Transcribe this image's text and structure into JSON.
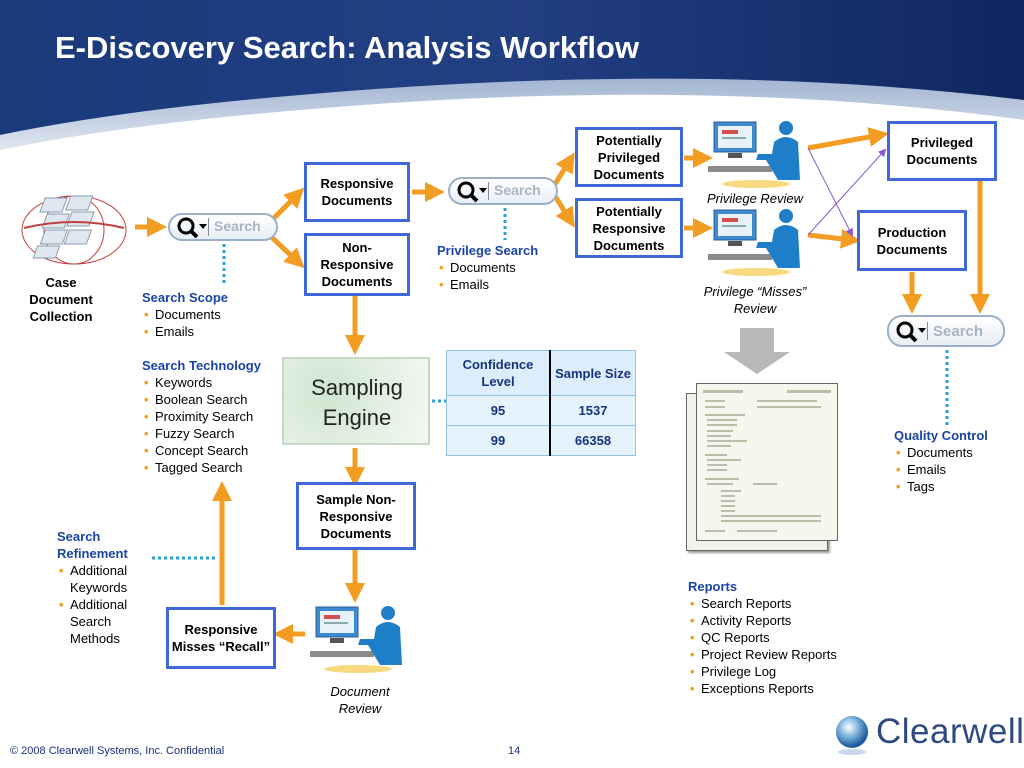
{
  "title": "E-Discovery Search: Analysis Workflow",
  "colors": {
    "accent_blue": "#3d66d6",
    "arrow_orange": "#f39c22",
    "heading_blue": "#1b44a8",
    "header_navy": "#17306e"
  },
  "icons": {
    "search": "magnifier-icon",
    "reviewer": "person-at-computer-icon",
    "collection": "document-stack-icon"
  },
  "nodes": {
    "case_collection": "Case Document Collection",
    "responsive": "Responsive Documents",
    "non_responsive": "Non-Responsive Documents",
    "potentially_privileged": "Potentially Privileged Documents",
    "potentially_responsive": "Potentially Responsive Documents",
    "privileged": "Privileged Documents",
    "production": "Production Documents",
    "sampling_engine": "Sampling Engine",
    "sample_non_responsive": "Sample Non-Responsive Documents",
    "responsive_misses": "Responsive Misses “Recall”"
  },
  "labels": {
    "privilege_review": "Privilege Review",
    "privilege_misses_review": "Privilege “Misses” Review",
    "document_review": "Document Review"
  },
  "search_label": "Search",
  "search_scope": {
    "heading": "Search Scope",
    "items": [
      "Documents",
      "Emails"
    ]
  },
  "search_technology": {
    "heading": "Search Technology",
    "items": [
      "Keywords",
      "Boolean Search",
      "Proximity Search",
      "Fuzzy Search",
      "Concept Search",
      "Tagged Search"
    ]
  },
  "privilege_search": {
    "heading": "Privilege Search",
    "items": [
      "Documents",
      "Emails"
    ]
  },
  "quality_control": {
    "heading": "Quality Control",
    "items": [
      "Documents",
      "Emails",
      "Tags"
    ]
  },
  "search_refinement": {
    "heading": "Search Refinement",
    "items": [
      "Additional Keywords",
      "Additional Search Methods"
    ]
  },
  "reports": {
    "heading": "Reports",
    "items": [
      "Search Reports",
      "Activity Reports",
      "QC Reports",
      "Project Review Reports",
      "Privilege Log",
      "Exceptions Reports"
    ]
  },
  "confidence_table": {
    "headers": [
      "Confidence Level",
      "Sample Size"
    ],
    "rows": [
      [
        "95",
        "1537"
      ],
      [
        "99",
        "66358"
      ]
    ]
  },
  "footer": {
    "copyright": "© 2008 Clearwell Systems, Inc. Confidential",
    "page": "14"
  },
  "brand": "Clearwell"
}
